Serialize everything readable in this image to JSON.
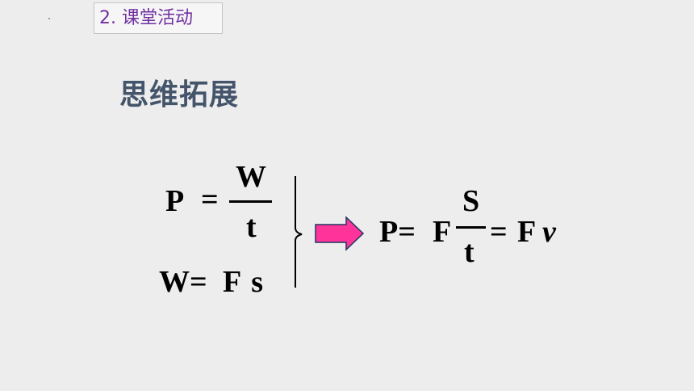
{
  "header": {
    "section_label": "2. 课堂活动"
  },
  "heading": "思维拓展",
  "formulas": {
    "power_def": {
      "lhs": "P",
      "eq": "=",
      "numerator": "W",
      "denominator": "t"
    },
    "work_def": {
      "lhs": "W=",
      "rhs": "F s"
    },
    "result": {
      "lhs": "P=",
      "force": "F",
      "numerator": "S",
      "denominator": "t",
      "eq2": "=",
      "force2": "F",
      "velocity": "v"
    }
  },
  "colors": {
    "background": "#ededed",
    "label_text": "#7030a0",
    "heading_text": "#44546a",
    "arrow_fill": "#ff3399",
    "arrow_stroke": "#1f3864"
  }
}
